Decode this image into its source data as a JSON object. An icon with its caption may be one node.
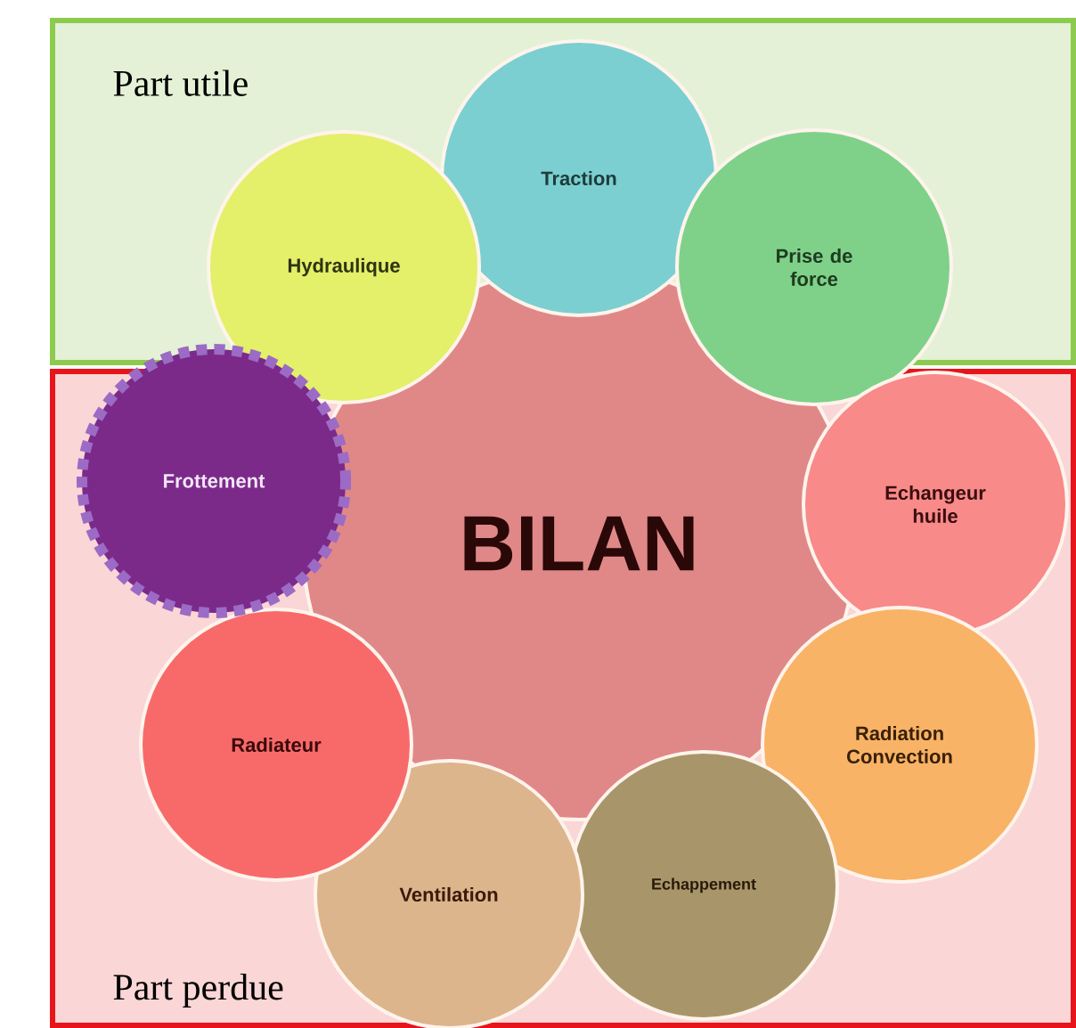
{
  "diagram": {
    "nodes": [
      {
        "text": [
          "Part utile"
        ]
      },
      {
        "text": [
          "Traction"
        ],
        "in": 0
      },
      {
        "text": [
          "Hydraulique"
        ]
      },
      {
        "text": [
          "Prise de force"
        ]
      },
      {
        "text": [
          "Part perdue"
        ]
      },
      {
        "text": [
          "BILAN"
        ]
      },
      {
        "text": [
          "Frottement"
        ]
      },
      {
        "text": [
          "Echangeur huile"
        ],
        "in": 4
      },
      {
        "text": [
          "Radiation Convection"
        ],
        "in": 4
      },
      {
        "text": [
          "Echappement"
        ],
        "in": 4
      },
      {
        "text": [
          "Ventilation"
        ],
        "in": 4
      },
      {
        "text": [
          "Radiateur"
        ],
        "in": 4
      }
    ]
  }
}
